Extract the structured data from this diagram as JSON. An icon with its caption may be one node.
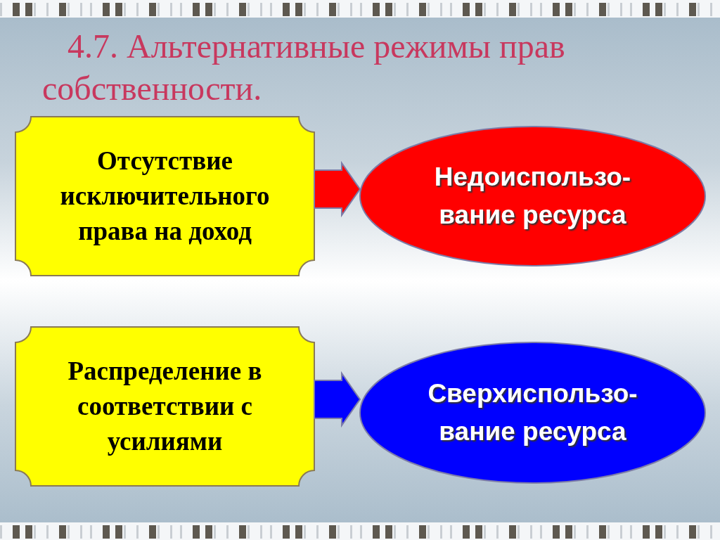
{
  "diagram": {
    "title": "4.7. Альтернативные режимы прав собственности.",
    "nodes": [
      {
        "text": [
          "Отсутствие исключительного права на доход"
        ]
      },
      {
        "text": [
          "Недоиспользо- вание ресурса"
        ]
      },
      {
        "text": [
          "Распределение в соответствии с усилиями"
        ]
      },
      {
        "text": [
          "Сверхиспользо- вание ресурса"
        ]
      }
    ],
    "edges": [
      {
        "from": 0,
        "to": 1,
        "arrow": "to",
        "style": "thick",
        "color": "#ff0000"
      },
      {
        "from": 2,
        "to": 3,
        "arrow": "to",
        "style": "thick",
        "color": "#0000ff"
      }
    ]
  }
}
